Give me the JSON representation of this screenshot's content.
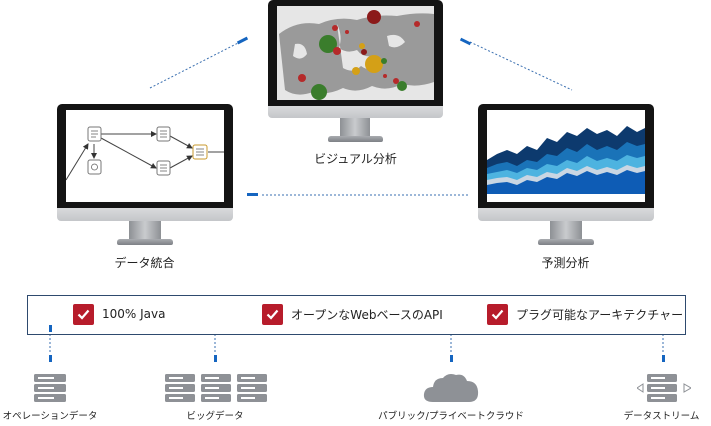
{
  "monitors": {
    "visual": {
      "label": "ビジュアル分析"
    },
    "integration": {
      "label": "データ統合"
    },
    "predictive": {
      "label": "予測分析"
    }
  },
  "features": [
    {
      "label": "100% Java"
    },
    {
      "label": "オープンなWebベースのAPI"
    },
    {
      "label": "プラグ可能なアーキテクチャー"
    }
  ],
  "sources": [
    {
      "label": "オペレーションデータ",
      "icon": "server-icon"
    },
    {
      "label": "ビッグデータ",
      "icon": "server-cluster-icon"
    },
    {
      "label": "パブリック/プライベートクラウド",
      "icon": "cloud-icon"
    },
    {
      "label": "データストリーム",
      "icon": "stream-server-icon"
    }
  ],
  "colors": {
    "check": "#b71c2b",
    "connector": "#1565c0",
    "box_border": "#2e4a6e"
  }
}
